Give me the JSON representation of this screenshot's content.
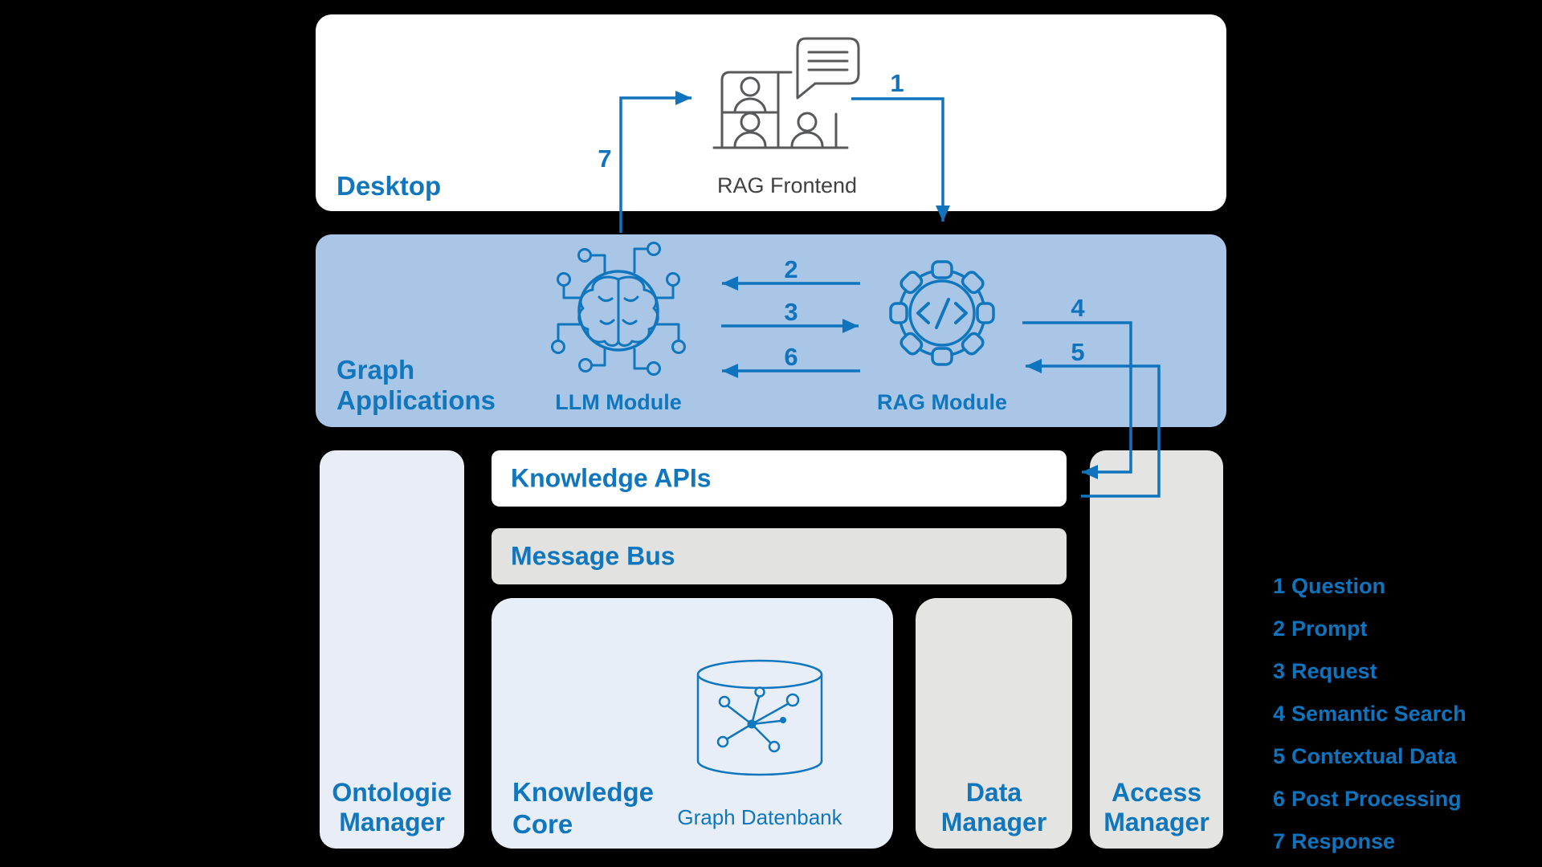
{
  "colors": {
    "background": "#000000",
    "accent_blue": "#1076bd",
    "graph_box_blue": "#a9c6e7",
    "ontologie_panel": "#e9edf6",
    "knowledge_core_panel": "#e8eef8",
    "gray_panel": "#e4e4e2",
    "message_bus_gray": "#e2e2e1",
    "white_panel": "#ffffff",
    "icon_gray": "#58595b",
    "frontend_text_gray": "#414042"
  },
  "desktop_panel": {
    "title": "Desktop",
    "frontend_label": "RAG Frontend"
  },
  "graph_applications_panel": {
    "title_line1": "Graph",
    "title_line2": "Applications",
    "llm_module_label": "LLM Module",
    "rag_module_label": "RAG Module"
  },
  "bars": {
    "knowledge_apis": "Knowledge APIs",
    "message_bus": "Message Bus"
  },
  "panels": {
    "ontologie_manager": {
      "line1": "Ontologie",
      "line2": "Manager"
    },
    "knowledge_core": {
      "line1": "Knowledge",
      "line2": "Core",
      "database_label": "Graph Datenbank"
    },
    "data_manager": {
      "line1": "Data",
      "line2": "Manager"
    },
    "access_manager": {
      "line1": "Access",
      "line2": "Manager"
    }
  },
  "arrow_labels": {
    "a1": "1",
    "a2": "2",
    "a3": "3",
    "a4": "4",
    "a5": "5",
    "a6": "6",
    "a7": "7"
  },
  "legend": [
    {
      "num": "1",
      "label": "Question"
    },
    {
      "num": "2",
      "label": "Prompt"
    },
    {
      "num": "3",
      "label": "Request"
    },
    {
      "num": "4",
      "label": "Semantic Search"
    },
    {
      "num": "5",
      "label": "Contextual Data"
    },
    {
      "num": "6",
      "label": "Post Processing"
    },
    {
      "num": "7",
      "label": "Response"
    }
  ]
}
